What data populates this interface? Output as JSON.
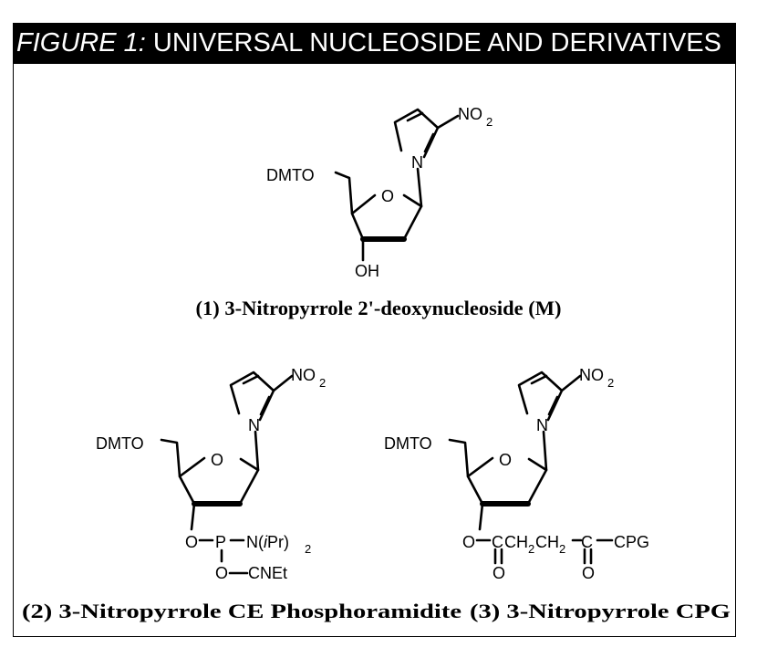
{
  "figure": {
    "label": "FIGURE 1:",
    "title": "UNIVERSAL NUCLEOSIDE AND DERIVATIVES"
  },
  "compounds": [
    {
      "caption": "(1) 3-Nitropyrrole 2'-deoxynucleoside (M)",
      "labels": {
        "nitro": "NO",
        "nitro_sub": "2",
        "n": "N",
        "o": "O",
        "dmto": "DMTO",
        "oh": "OH"
      }
    },
    {
      "caption": "(2) 3-Nitropyrrole CE Phosphoramidite",
      "labels": {
        "nitro": "NO",
        "nitro_sub": "2",
        "n": "N",
        "o": "O",
        "dmto": "DMTO",
        "o3": "O",
        "p": "P",
        "amine_n": "N(",
        "ipr": "i",
        "pr": "Pr)",
        "pr_sub": "2",
        "o_ce": "O",
        "cnet": "CNEt"
      }
    },
    {
      "caption": "(3) 3-Nitropyrrole CPG",
      "labels": {
        "nitro": "NO",
        "nitro_sub": "2",
        "n": "N",
        "o": "O",
        "dmto": "DMTO",
        "o3": "O",
        "c1": "C",
        "ch2a": "CH",
        "ch2a_sub": "2",
        "ch2b": "CH",
        "ch2b_sub": "2",
        "c2": "C",
        "cpg": "CPG",
        "o_carb1": "O",
        "o_carb2": "O"
      }
    }
  ]
}
